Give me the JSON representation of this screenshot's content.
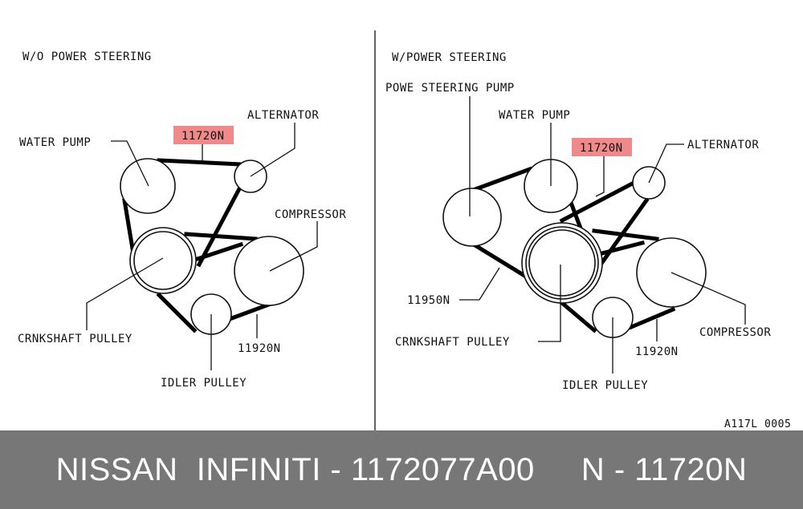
{
  "left_panel": {
    "title": "W/O POWER STEERING",
    "water_pump": "WATER PUMP",
    "belt_part": "11720N",
    "alternator": "ALTERNATOR",
    "compressor": "COMPRESSOR",
    "crankshaft_pulley": "CRNKSHAFT PULLEY",
    "belt_part_2": "11920N",
    "idler_pulley": "IDLER PULLEY"
  },
  "right_panel": {
    "title": "W/POWER STEERING",
    "ps_pump": "POWE STEERING PUMP",
    "water_pump": "WATER PUMP",
    "belt_part": "11720N",
    "alternator": "ALTERNATOR",
    "compressor": "COMPRESSOR",
    "belt_part_3": "11950N",
    "crankshaft_pulley": "CRNKSHAFT PULLEY",
    "belt_part_2": "11920N",
    "idler_pulley": "IDLER PULLEY"
  },
  "diagram_code": "A117L 0005",
  "footer": {
    "text": "NISSAN  INFINITI - 1172077A00     N - 11720N"
  },
  "colors": {
    "highlight": "#f08a8a",
    "footer_bg": "#777777",
    "footer_text": "#ffffff"
  }
}
